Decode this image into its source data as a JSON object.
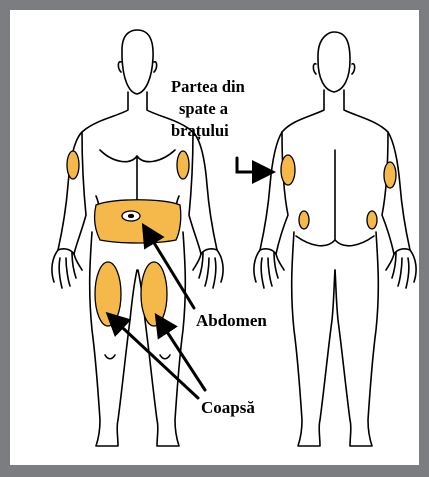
{
  "labels": {
    "back_of_arm_line1": "Partea din",
    "back_of_arm_line2": "spate a",
    "back_of_arm_line3": "brațului",
    "abdomen": "Abdomen",
    "thigh": "Coapsă"
  },
  "colors": {
    "frame": "#7b7d80",
    "injection_site": "#f5b84a",
    "outline": "#000000"
  }
}
